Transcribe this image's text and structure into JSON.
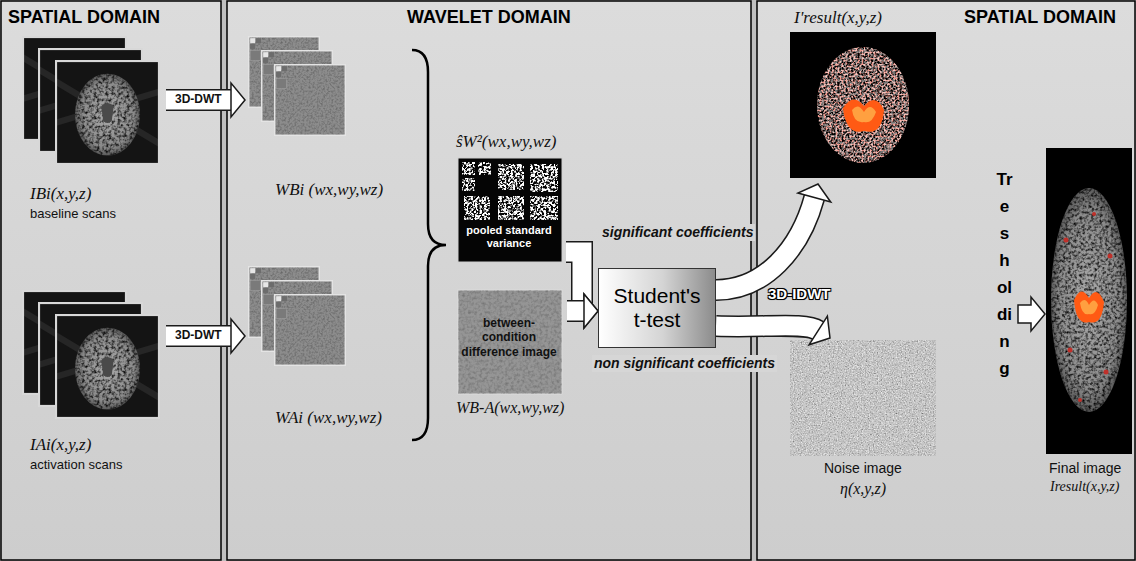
{
  "diagram": {
    "nodes": [
      {
        "text": [
          "IBi(x,y,z)",
          "baseline scans"
        ]
      },
      {
        "text": [
          "IAi(x,y,z)",
          "activation scans"
        ]
      },
      {
        "text": [
          "WBi (wx,wy,wz)"
        ]
      },
      {
        "text": [
          "WAi (wx,wy,wz)"
        ]
      },
      {
        "text": [
          "ŝW²(wx,wy,wz)",
          "pooled standard variance"
        ]
      },
      {
        "text": [
          "between-condition difference image",
          "WB-A(wx,wy,wz)"
        ]
      },
      {
        "text": [
          "Student's t-test"
        ]
      },
      {
        "text": [
          "I'result(x,y,z)"
        ]
      },
      {
        "text": [
          "Noise image",
          "η(x,y,z)"
        ]
      },
      {
        "text": [
          "Final image",
          "Iresult(x,y,z)"
        ]
      }
    ],
    "edges": [
      {
        "from": 0,
        "to": 2,
        "label": "3D-DWT",
        "arrow": "to"
      },
      {
        "from": 1,
        "to": 3,
        "label": "3D-DWT",
        "arrow": "to"
      },
      {
        "from": 4,
        "to": 6,
        "arrow": "to"
      },
      {
        "from": 5,
        "to": 6,
        "arrow": "to"
      },
      {
        "from": 6,
        "to": 7,
        "label": "significant coefficients",
        "arrow": "to"
      },
      {
        "from": 6,
        "to": 8,
        "label": "non significant coefficients",
        "arrow": "to"
      }
    ],
    "labels": [
      "SPATIAL DOMAIN",
      "WAVELET DOMAIN",
      "SPATIAL DOMAIN",
      "3D-IDWT",
      "Tresholding"
    ]
  }
}
